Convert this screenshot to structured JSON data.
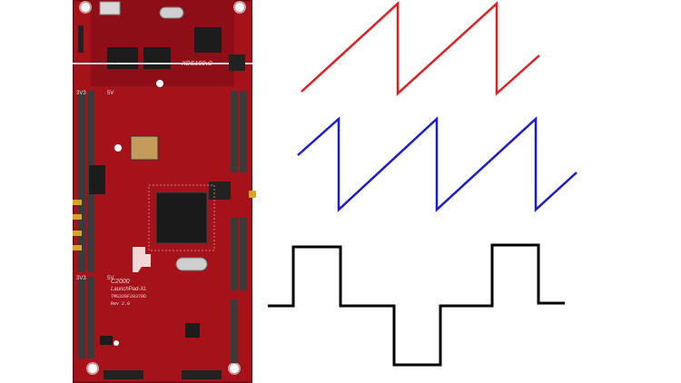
{
  "board": {
    "product_name": "C2000",
    "product_sub": "LaunchPad-XL",
    "chip_part": "TMS320F28379D",
    "label_top_right": "XDS100v2",
    "pin_3v3": "3V3",
    "pin_5v": "5V",
    "version": "Rev 2.0",
    "board_color": "#a5121a",
    "board_dark": "#7a0b12"
  },
  "waveforms": {
    "sawtooth_top_color": "#e02020",
    "sawtooth_mid_color": "#1a1ad8",
    "square_color": "#000000"
  }
}
